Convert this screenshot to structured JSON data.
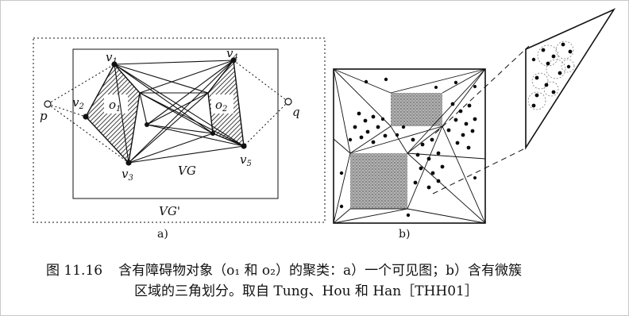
{
  "figure_a": {
    "vertices": {
      "v1": "v",
      "v1_sub": "1",
      "v2": "v",
      "v2_sub": "2",
      "v3": "v",
      "v3_sub": "3",
      "v4": "v",
      "v4_sub": "4",
      "v5": "v",
      "v5_sub": "5"
    },
    "obstacles": {
      "o1": "o",
      "o1_sub": "1",
      "o2": "o",
      "o2_sub": "2"
    },
    "points": {
      "p": "p",
      "q": "q"
    },
    "inner_graph_label": "VG",
    "outer_graph_label": "VG'",
    "panel_label": "a)"
  },
  "figure_b": {
    "panel_label": "b)"
  },
  "caption": {
    "line1_number": "图 11.16",
    "line1_text": "含有障碍物对象（o₁ 和 o₂）的聚类：a）一个可见图；b）含有微簇",
    "line2_text": "区域的三角划分。取自 Tung、Hou 和 Han［THH01］"
  },
  "colors": {
    "ink": "#111111",
    "dot": "#0a0a0a",
    "frame": "#c8c8c8"
  }
}
